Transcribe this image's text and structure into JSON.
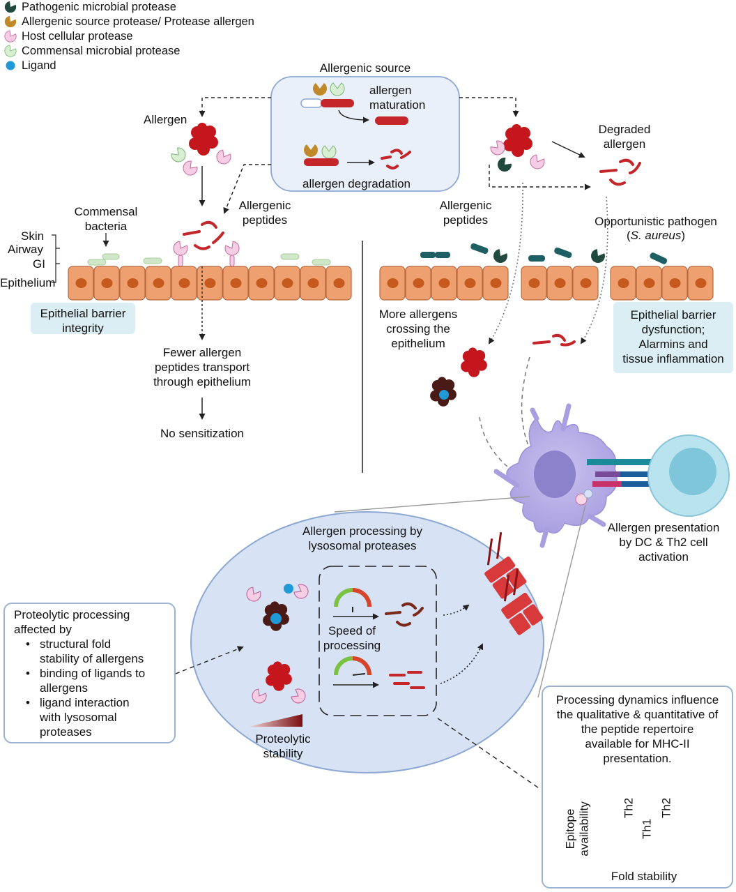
{
  "legend": [
    {
      "label": "Pathogenic microbial protease",
      "color": "#1f4a3d",
      "icon": "pacman-icon"
    },
    {
      "label": "Allergenic source protease/ Protease allergen",
      "color": "#c08a2a",
      "icon": "pacman-icon"
    },
    {
      "label": "Host cellular protease",
      "color": "#f5cde4",
      "icon": "pacman-icon"
    },
    {
      "label": "Commensal microbial protease",
      "color": "#d8efd2",
      "icon": "pacman-icon"
    },
    {
      "label": "Ligand",
      "color": "#1f9ad6",
      "icon": "circle-icon"
    }
  ],
  "source": {
    "title": "Allergenic source",
    "maturation": [
      "allergen",
      "maturation"
    ],
    "degradation": "allergen degradation"
  },
  "left": {
    "allergen": "Allergen",
    "commensal": [
      "Commensal",
      "bacteria"
    ],
    "peptides": [
      "Allergenic",
      "peptides"
    ],
    "layers": [
      "Skin",
      "Airway",
      "GI",
      "Epithelium"
    ],
    "barrier": [
      "Epithelial barrier",
      "integrity"
    ],
    "fewer": [
      "Fewer allergen",
      "peptides transport",
      "through epithelium"
    ],
    "no_sens": "No sensitization"
  },
  "right": {
    "degraded": [
      "Degraded",
      "allergen"
    ],
    "peptides": [
      "Allergenic",
      "peptides"
    ],
    "pathogen": "Opportunistic pathogen",
    "pathogen_name_open": "(",
    "pathogen_name": "S. aureus",
    "pathogen_name_close": ")",
    "more": [
      "More allergens",
      "crossing the",
      "epithelium"
    ],
    "dysfunction": [
      "Epithelial barrier",
      "dysfunction;",
      "Alarmins and",
      "tissue inflammation"
    ],
    "presentation": [
      "Allergen presentation",
      "by DC & Th2 cell",
      "activation"
    ]
  },
  "processing": {
    "title": [
      "Allergen processing by",
      "lysosomal proteases"
    ],
    "speed": [
      "Speed of",
      "processing"
    ],
    "stability": [
      "Proteolytic",
      "stability"
    ]
  },
  "factors": {
    "heading": [
      "Proteolytic processing",
      "affected by"
    ],
    "bullets": [
      [
        "structural fold",
        "stability of allergens"
      ],
      [
        "binding of ligands to",
        "allergens"
      ],
      [
        "ligand interaction",
        "with lysosomal",
        "proteases"
      ]
    ]
  },
  "dynamics": {
    "text": [
      "Processing dynamics influence",
      "the qualitative & quantitative of",
      "the peptide repertoire",
      "available for MHC-II",
      "presentation."
    ],
    "xlabel": "Fold stability",
    "ylabel": [
      "Epitope",
      "availability"
    ],
    "bands": [
      "Th2",
      "Th1",
      "Th2"
    ]
  }
}
